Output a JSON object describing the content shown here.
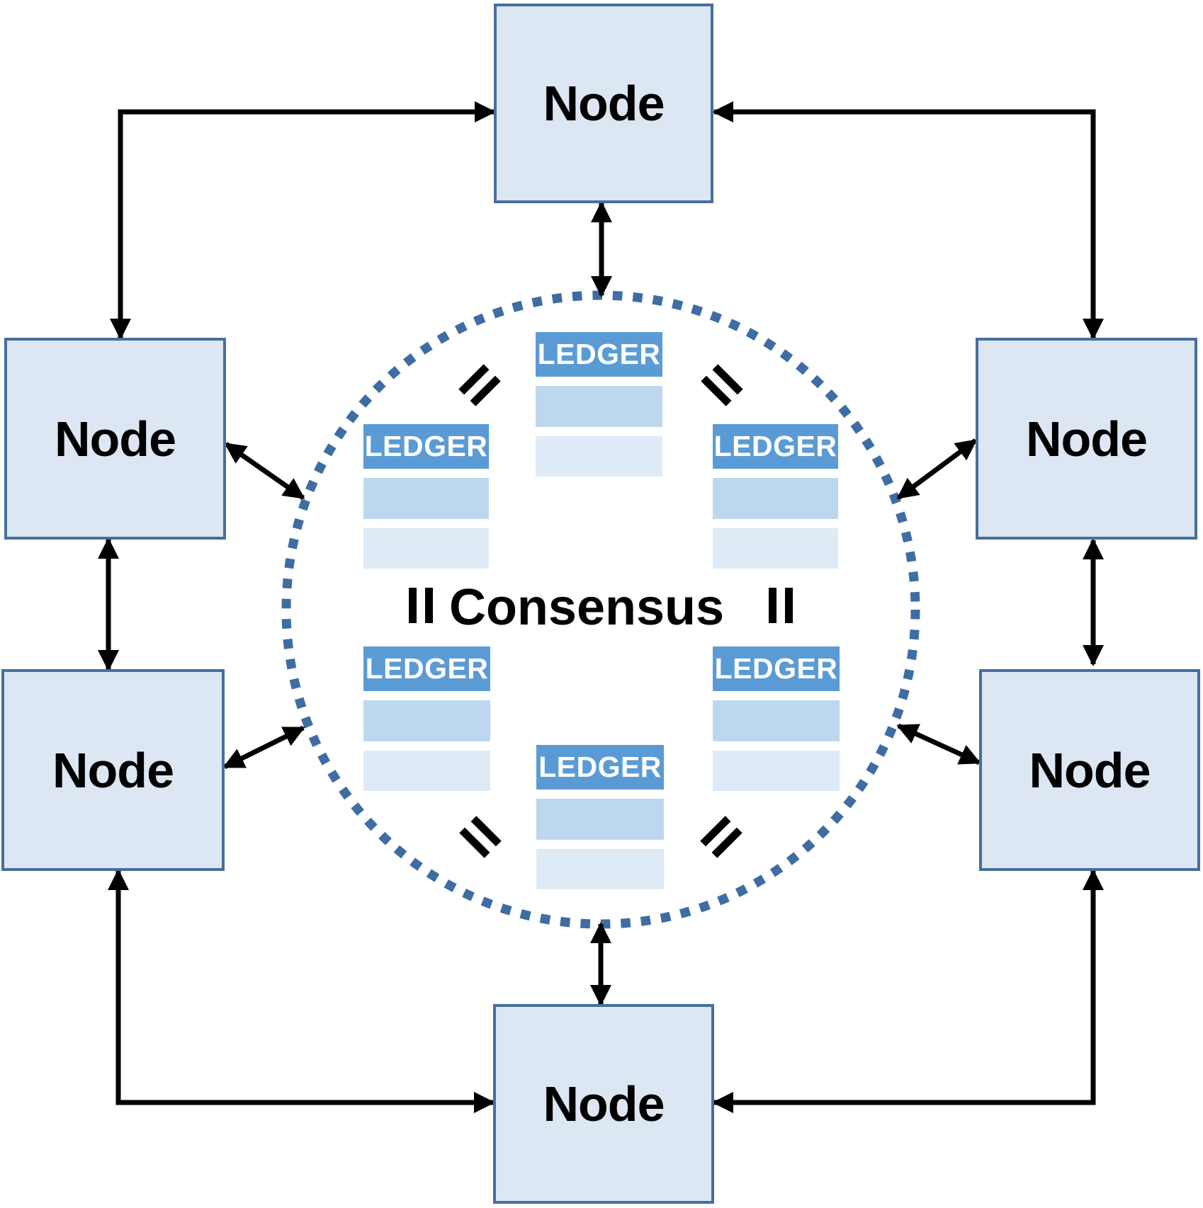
{
  "center": {
    "label": "Consensus"
  },
  "nodes": [
    {
      "position": "top",
      "label": "Node"
    },
    {
      "position": "upper-left",
      "label": "Node"
    },
    {
      "position": "lower-left",
      "label": "Node"
    },
    {
      "position": "upper-right",
      "label": "Node"
    },
    {
      "position": "lower-right",
      "label": "Node"
    },
    {
      "position": "bottom",
      "label": "Node"
    }
  ],
  "ledgers": [
    {
      "position": "top",
      "label": "LEDGER"
    },
    {
      "position": "left",
      "label": "LEDGER"
    },
    {
      "position": "right",
      "label": "LEDGER"
    },
    {
      "position": "bottom-left",
      "label": "LEDGER"
    },
    {
      "position": "bottom-right",
      "label": "LEDGER"
    },
    {
      "position": "bottom",
      "label": "LEDGER"
    }
  ],
  "colors": {
    "node_fill": "#dce7f3",
    "node_border": "#456f9c",
    "ledger_header": "#5b9bd5",
    "ledger_row_a": "#bdd7ee",
    "ledger_row_b": "#deeaf6",
    "circle_dot": "#3e6da4",
    "arrow": "#000000",
    "text": "#000000"
  }
}
